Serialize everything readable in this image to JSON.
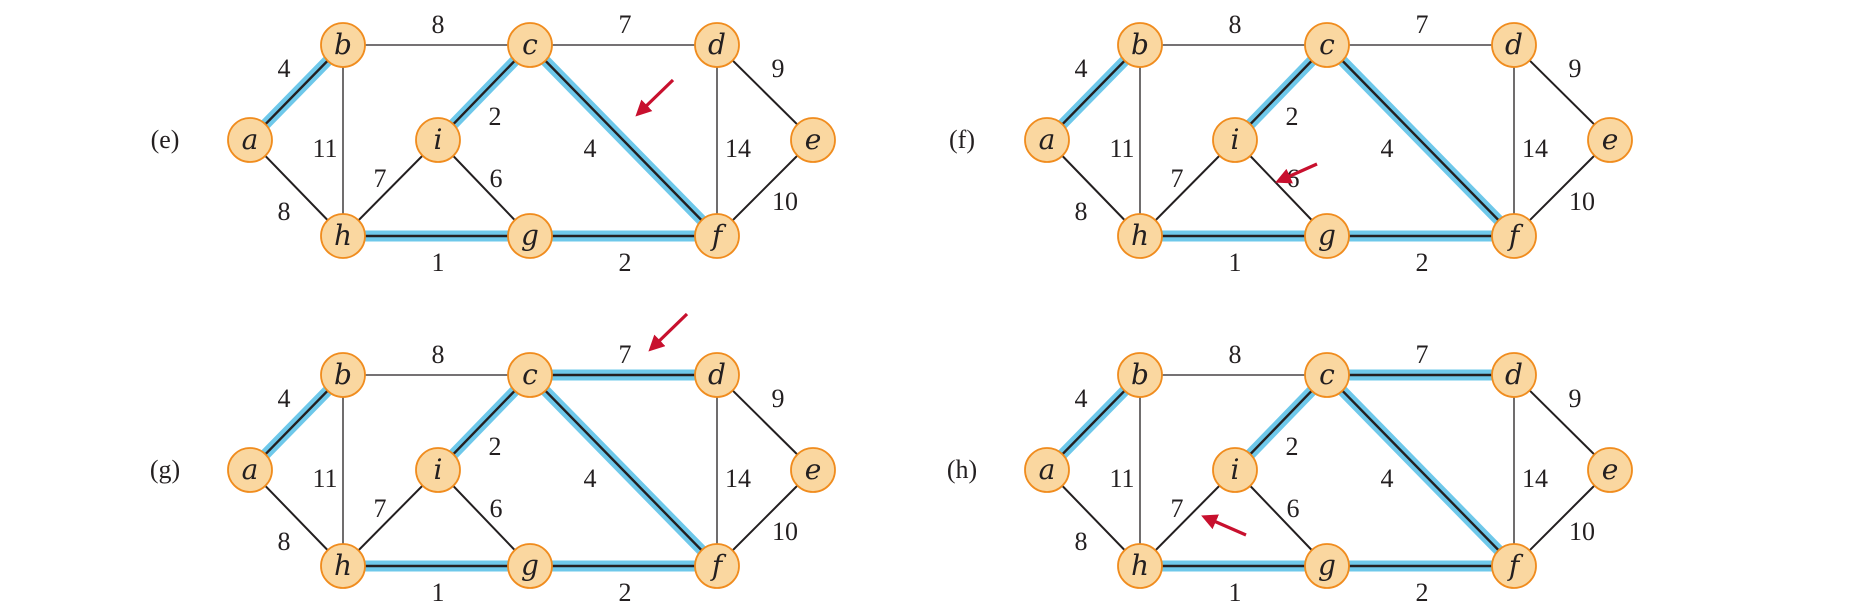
{
  "colors": {
    "node_fill": "#fad7a0",
    "node_stroke": "#f08c1e",
    "edge": "#231f20",
    "highlight": "#6ec8ea",
    "arrow": "#c8102e",
    "text": "#231f20"
  },
  "nodes": [
    "a",
    "b",
    "c",
    "d",
    "e",
    "f",
    "g",
    "h",
    "i"
  ],
  "edges": [
    {
      "from": "a",
      "to": "b",
      "weight": "4"
    },
    {
      "from": "a",
      "to": "h",
      "weight": "8"
    },
    {
      "from": "b",
      "to": "c",
      "weight": "8"
    },
    {
      "from": "b",
      "to": "h",
      "weight": "11"
    },
    {
      "from": "c",
      "to": "d",
      "weight": "7"
    },
    {
      "from": "c",
      "to": "i",
      "weight": "2"
    },
    {
      "from": "c",
      "to": "f",
      "weight": "4"
    },
    {
      "from": "d",
      "to": "e",
      "weight": "9"
    },
    {
      "from": "d",
      "to": "f",
      "weight": "14"
    },
    {
      "from": "e",
      "to": "f",
      "weight": "10"
    },
    {
      "from": "h",
      "to": "i",
      "weight": "7"
    },
    {
      "from": "h",
      "to": "g",
      "weight": "1"
    },
    {
      "from": "i",
      "to": "g",
      "weight": "6"
    },
    {
      "from": "g",
      "to": "f",
      "weight": "2"
    }
  ],
  "panels": [
    {
      "label": "(e)",
      "tree_edges": [
        "a-b",
        "c-i",
        "c-f",
        "h-g",
        "g-f"
      ],
      "arrow_edge": "c-f"
    },
    {
      "label": "(f)",
      "tree_edges": [
        "a-b",
        "c-i",
        "c-f",
        "h-g",
        "g-f"
      ],
      "arrow_edge": "i-g"
    },
    {
      "label": "(g)",
      "tree_edges": [
        "a-b",
        "c-i",
        "c-f",
        "h-g",
        "g-f",
        "c-d"
      ],
      "arrow_edge": "c-d"
    },
    {
      "label": "(h)",
      "tree_edges": [
        "a-b",
        "c-i",
        "c-f",
        "h-g",
        "g-f",
        "c-d"
      ],
      "arrow_edge": "h-i"
    }
  ]
}
